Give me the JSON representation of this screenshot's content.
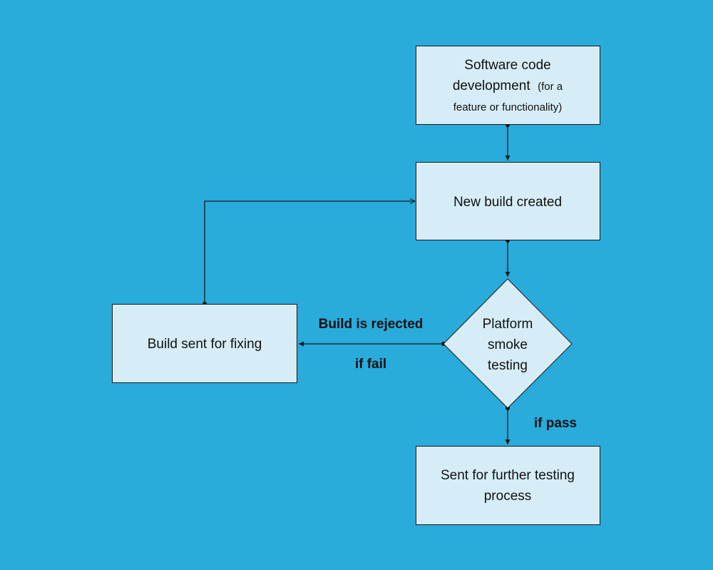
{
  "colors": {
    "background": "#29abdb",
    "node_fill": "#d6edf7",
    "stroke": "#1a1a1a",
    "text": "#111111"
  },
  "nodes": {
    "development": {
      "line1": "Software code",
      "line2_main": "development",
      "line2_small": "(for a",
      "line3_small": "feature or functionality)"
    },
    "build": {
      "label": "New build created"
    },
    "smoke": {
      "line1": "Platform",
      "line2": "smoke",
      "line3": "testing"
    },
    "fixing": {
      "label": "Build sent for fixing"
    },
    "further": {
      "line1": "Sent for further testing",
      "line2": "process"
    }
  },
  "edges": {
    "rejected_label": "Build is rejected",
    "fail_label": "if fail",
    "pass_label": "if pass"
  }
}
